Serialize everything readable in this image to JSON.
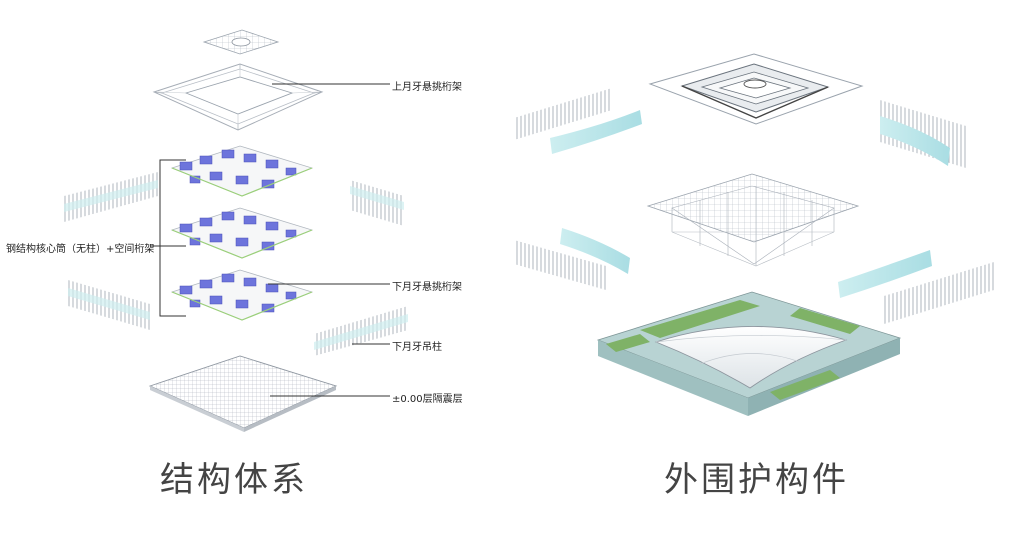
{
  "left_panel": {
    "caption": "结构体系",
    "labels": {
      "upper_cantilever_truss": "上月牙悬挑桁架",
      "core_tube": "钢结构核心筒（无柱）+空间桁架",
      "lower_cantilever_truss": "下月牙悬挑桁架",
      "lower_hanging_columns": "下月牙吊柱",
      "isolation_layer": "±0.00层隔震层"
    }
  },
  "right_panel": {
    "caption": "外围护构件"
  },
  "colors": {
    "line": "#333333",
    "wire": "#9aa3ad",
    "blue_node": "#5a63d8",
    "green_edge": "#8cc06a",
    "glass": "#bfe7ea",
    "green_roof": "#7fb267",
    "membrane": "#eef1f3"
  }
}
